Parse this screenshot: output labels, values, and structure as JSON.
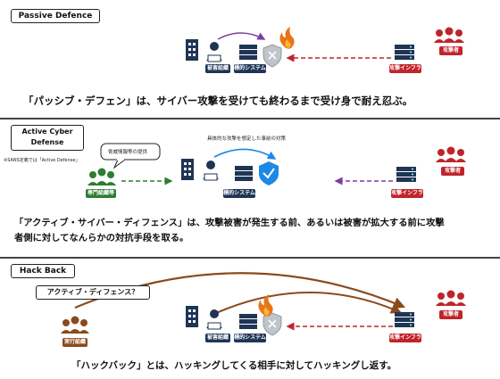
{
  "sections": {
    "passive": {
      "title": "Passive Defence",
      "labels": {
        "victim_org": "被害組織",
        "target_system": "標的システム",
        "attacker_infra": "攻撃インフラ",
        "attacker": "攻撃者"
      },
      "caption": "「パッシブ・デフェン」は、サイバー攻撃を受けても終わるまで受け身で耐え忍ぶ。"
    },
    "active": {
      "title": "Active Cyber Defense",
      "sans_note": "※SANS定義では「Active Defense」",
      "bubble": "脅威情報等の提供",
      "top_note": "具体的な攻撃を想定した事前の対策",
      "labels": {
        "specialist_org": "専門組織等",
        "target_system": "標的システム",
        "attacker_infra": "攻撃インフラ",
        "attacker": "攻撃者"
      },
      "caption_line1": "「アクティブ・サイバー・ディフェンス」は、攻撃被害が発生する前、あるいは被害が拡大する前に攻撃",
      "caption_line2": "者側に対してなんらかの対抗手段を取る。"
    },
    "hackback": {
      "title": "Hack Back",
      "tag": "アクティブ・ディフェンス？",
      "labels": {
        "executing_org": "実行組織",
        "victim_org": "被害組織",
        "target_system": "標的システム",
        "attacker_infra": "攻撃インフラ",
        "attacker": "攻撃者"
      },
      "caption": "「ハックバック」とは、ハッキングしてくる相手に対してハッキングし返す。"
    }
  },
  "colors": {
    "navy": "#1f3556",
    "red": "#c0242b",
    "green": "#2e7d32",
    "purple": "#7b3fa0",
    "brown": "#8a4a1c",
    "orange": "#e8741a",
    "blue": "#1e88e5"
  },
  "icons": [
    "building-icon",
    "person-laptop-icon",
    "shield-icon",
    "fire-icon",
    "server-icon",
    "attacker-group-icon",
    "person-group-icon"
  ]
}
